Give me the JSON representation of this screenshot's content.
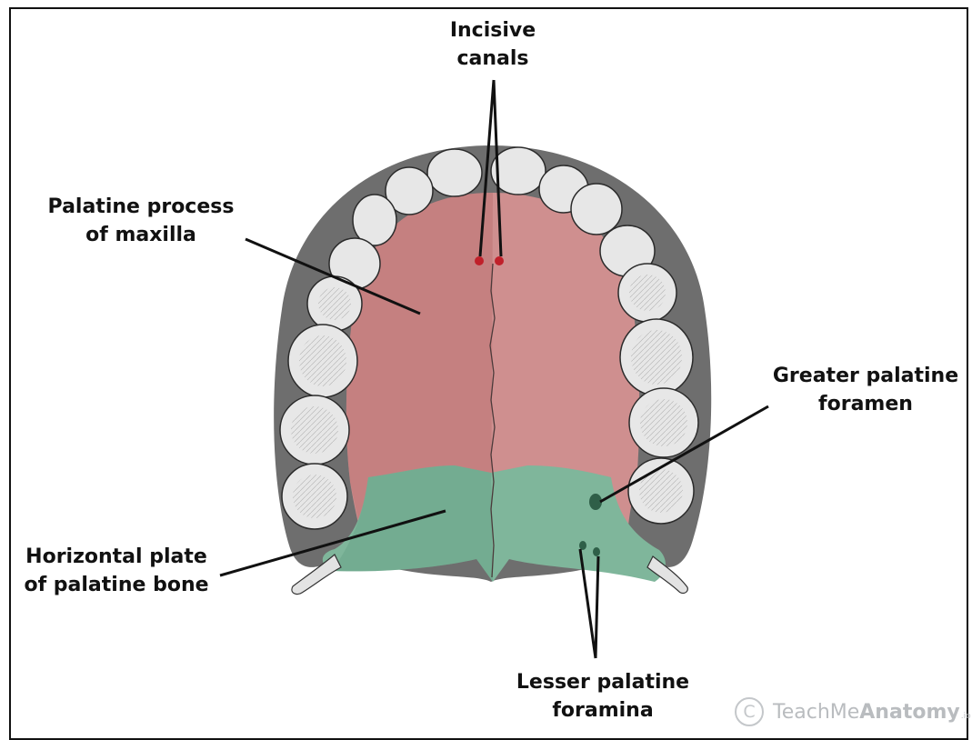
{
  "labels": {
    "incisive_canals": [
      "Incisive",
      "canals"
    ],
    "palatine_process": [
      "Palatine process",
      "of maxilla"
    ],
    "greater_palatine": [
      "Greater palatine",
      "foramen"
    ],
    "horizontal_plate": [
      "Horizontal plate",
      "of palatine bone"
    ],
    "lesser_palatine": [
      "Lesser palatine",
      "foramina"
    ]
  },
  "watermark": {
    "copyright_symbol": "C",
    "brand_light": "TeachMe",
    "brand_bold": "Anatomy",
    "brand_suffix": ".io"
  },
  "colors": {
    "maxilla": "#cf8f8f",
    "palatine_bone": "#7fb69b",
    "foramen": "#c0202a",
    "tooth": "#e7e7e7",
    "leader_line": "#111111"
  }
}
